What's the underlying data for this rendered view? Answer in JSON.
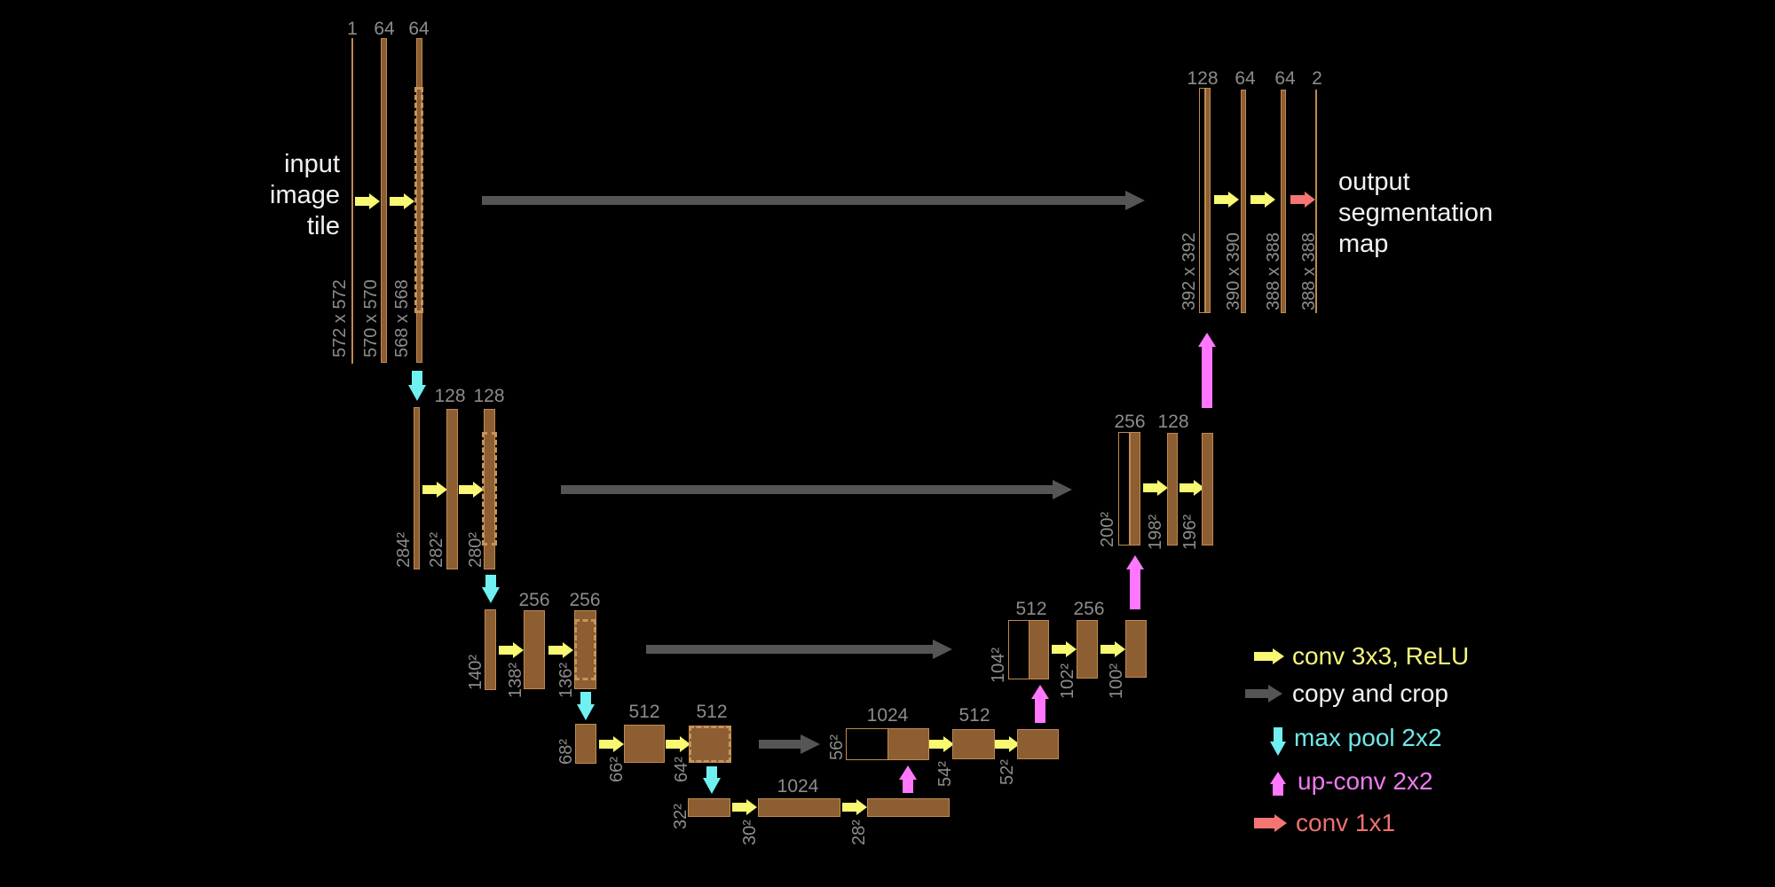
{
  "input_label": [
    "input",
    "image",
    "tile"
  ],
  "output_label": [
    "output",
    "segmentation",
    "map"
  ],
  "channels": {
    "enc1": [
      "1",
      "64",
      "64"
    ],
    "enc2": [
      "128",
      "128"
    ],
    "enc3": [
      "256",
      "256"
    ],
    "enc4": [
      "512",
      "512"
    ],
    "bottleneck": [
      "1024"
    ],
    "dec4": [
      "1024",
      "512"
    ],
    "dec3": [
      "512",
      "256"
    ],
    "dec2": [
      "256",
      "128"
    ],
    "dec1": [
      "128",
      "64",
      "64",
      "2"
    ]
  },
  "sizes": {
    "enc1": [
      "572 x 572",
      "570 x 570",
      "568 x 568"
    ],
    "enc2": [
      "284²",
      "282²",
      "280²"
    ],
    "enc3": [
      "140²",
      "138²",
      "136²"
    ],
    "enc4": [
      "68²",
      "66²",
      "64²"
    ],
    "bottleneck": [
      "32²",
      "30²",
      "28²"
    ],
    "dec4": [
      "56²",
      "54²",
      "52²"
    ],
    "dec3": [
      "104²",
      "102²",
      "100²"
    ],
    "dec2": [
      "200²",
      "198²",
      "196²"
    ],
    "dec1": [
      "392 x 392",
      "390 x 390",
      "388 x 388",
      "388 x 388"
    ]
  },
  "legend": [
    {
      "label": "conv 3x3, ReLU",
      "icon": "conv-arrow-icon",
      "text_color": "#f5f57a"
    },
    {
      "label": "copy and crop",
      "icon": "copy-crop-arrow-icon",
      "text_color": "#f2f2f2"
    },
    {
      "label": "max pool 2x2",
      "icon": "max-pool-arrow-icon",
      "text_color": "#70e8e8"
    },
    {
      "label": "up-conv 2x2",
      "icon": "up-conv-arrow-icon",
      "text_color": "#f07af0"
    },
    {
      "label": "conv 1x1",
      "icon": "conv1x1-arrow-icon",
      "text_color": "#f07070"
    }
  ],
  "colors": {
    "background": "#000000",
    "feature_map_fill": "#8c5e32",
    "feature_map_border": "#c08a4f",
    "label_text": "#8c8c8c",
    "conv": "#f8f872",
    "copy": "#555555",
    "max_pool": "#70f0f0",
    "up_conv": "#ff77ff",
    "conv1x1": "#f57575"
  }
}
